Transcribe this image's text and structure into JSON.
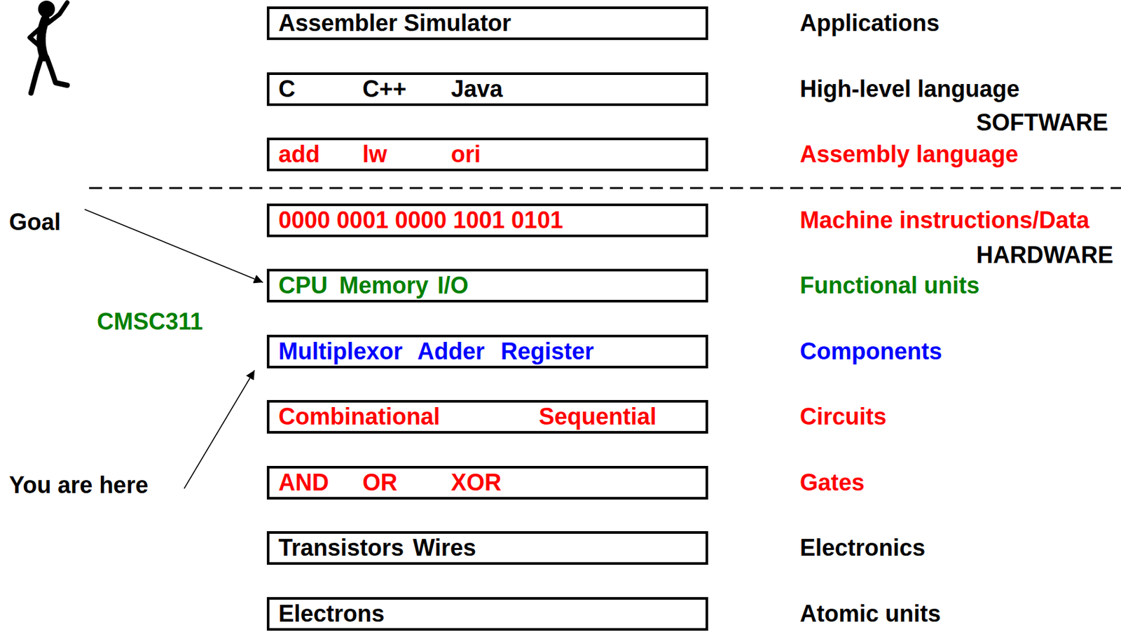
{
  "diagram": {
    "nodes": [
      {
        "text": [
          "Assembler Simulator"
        ]
      },
      {
        "text": [
          "C",
          "C++",
          "Java"
        ]
      },
      {
        "text": [
          "add",
          "lw",
          "ori"
        ]
      },
      {
        "text": [
          "0000 0001 0000 1001 0101"
        ]
      },
      {
        "text": [
          "CPU",
          "Memory",
          "I/O"
        ]
      },
      {
        "text": [
          "Multiplexor",
          "Adder",
          "Register"
        ]
      },
      {
        "text": [
          "Combinational",
          "Sequential"
        ]
      },
      {
        "text": [
          "AND",
          "OR",
          "XOR"
        ]
      },
      {
        "text": [
          "Transistors",
          "Wires"
        ]
      },
      {
        "text": [
          "Electrons"
        ]
      }
    ],
    "labels": [
      "Applications",
      "High-level language",
      "SOFTWARE",
      "Assembly language",
      "Machine instructions/Data",
      "HARDWARE",
      "Functional units",
      "Components",
      "Circuits",
      "Gates",
      "Electronics",
      "Atomic units",
      "Goal",
      "CMSC311",
      "You are here"
    ]
  }
}
